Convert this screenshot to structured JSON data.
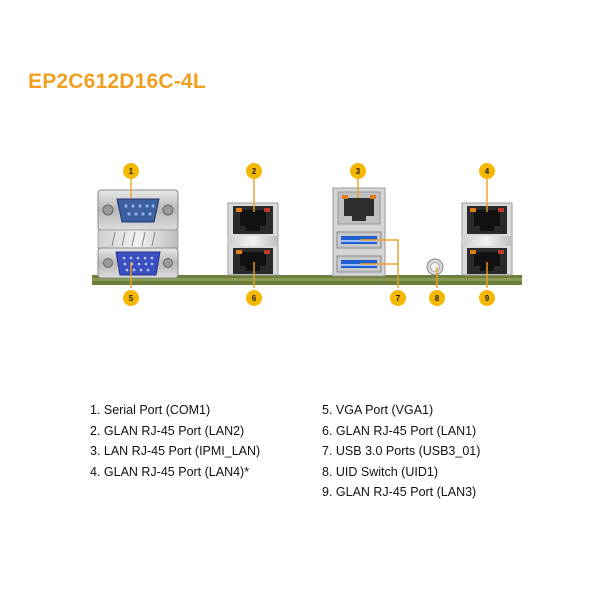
{
  "title": "EP2C612D16C-4L",
  "callouts": [
    "1",
    "2",
    "3",
    "4",
    "5",
    "6",
    "7",
    "8",
    "9"
  ],
  "legend": [
    "1. Serial Port (COM1)",
    "2. GLAN RJ-45 Port (LAN2)",
    "3. LAN RJ-45 Port (IPMI_LAN)",
    "4. GLAN RJ-45 Port (LAN4)*",
    "5. VGA Port (VGA1)",
    "6. GLAN RJ-45 Port (LAN1)",
    "7. USB 3.0 Ports (USB3_01)",
    "8. UID Switch (UID1)",
    "9. GLAN RJ-45 Port (LAN3)"
  ],
  "colors": {
    "title": "#f0a020",
    "callout": "#f5b800",
    "pcb": "#6b7e3a",
    "vga_blue": "#3a4fc0",
    "usb_blue": "#1f5fd0",
    "connector_red": "#c0392b"
  }
}
